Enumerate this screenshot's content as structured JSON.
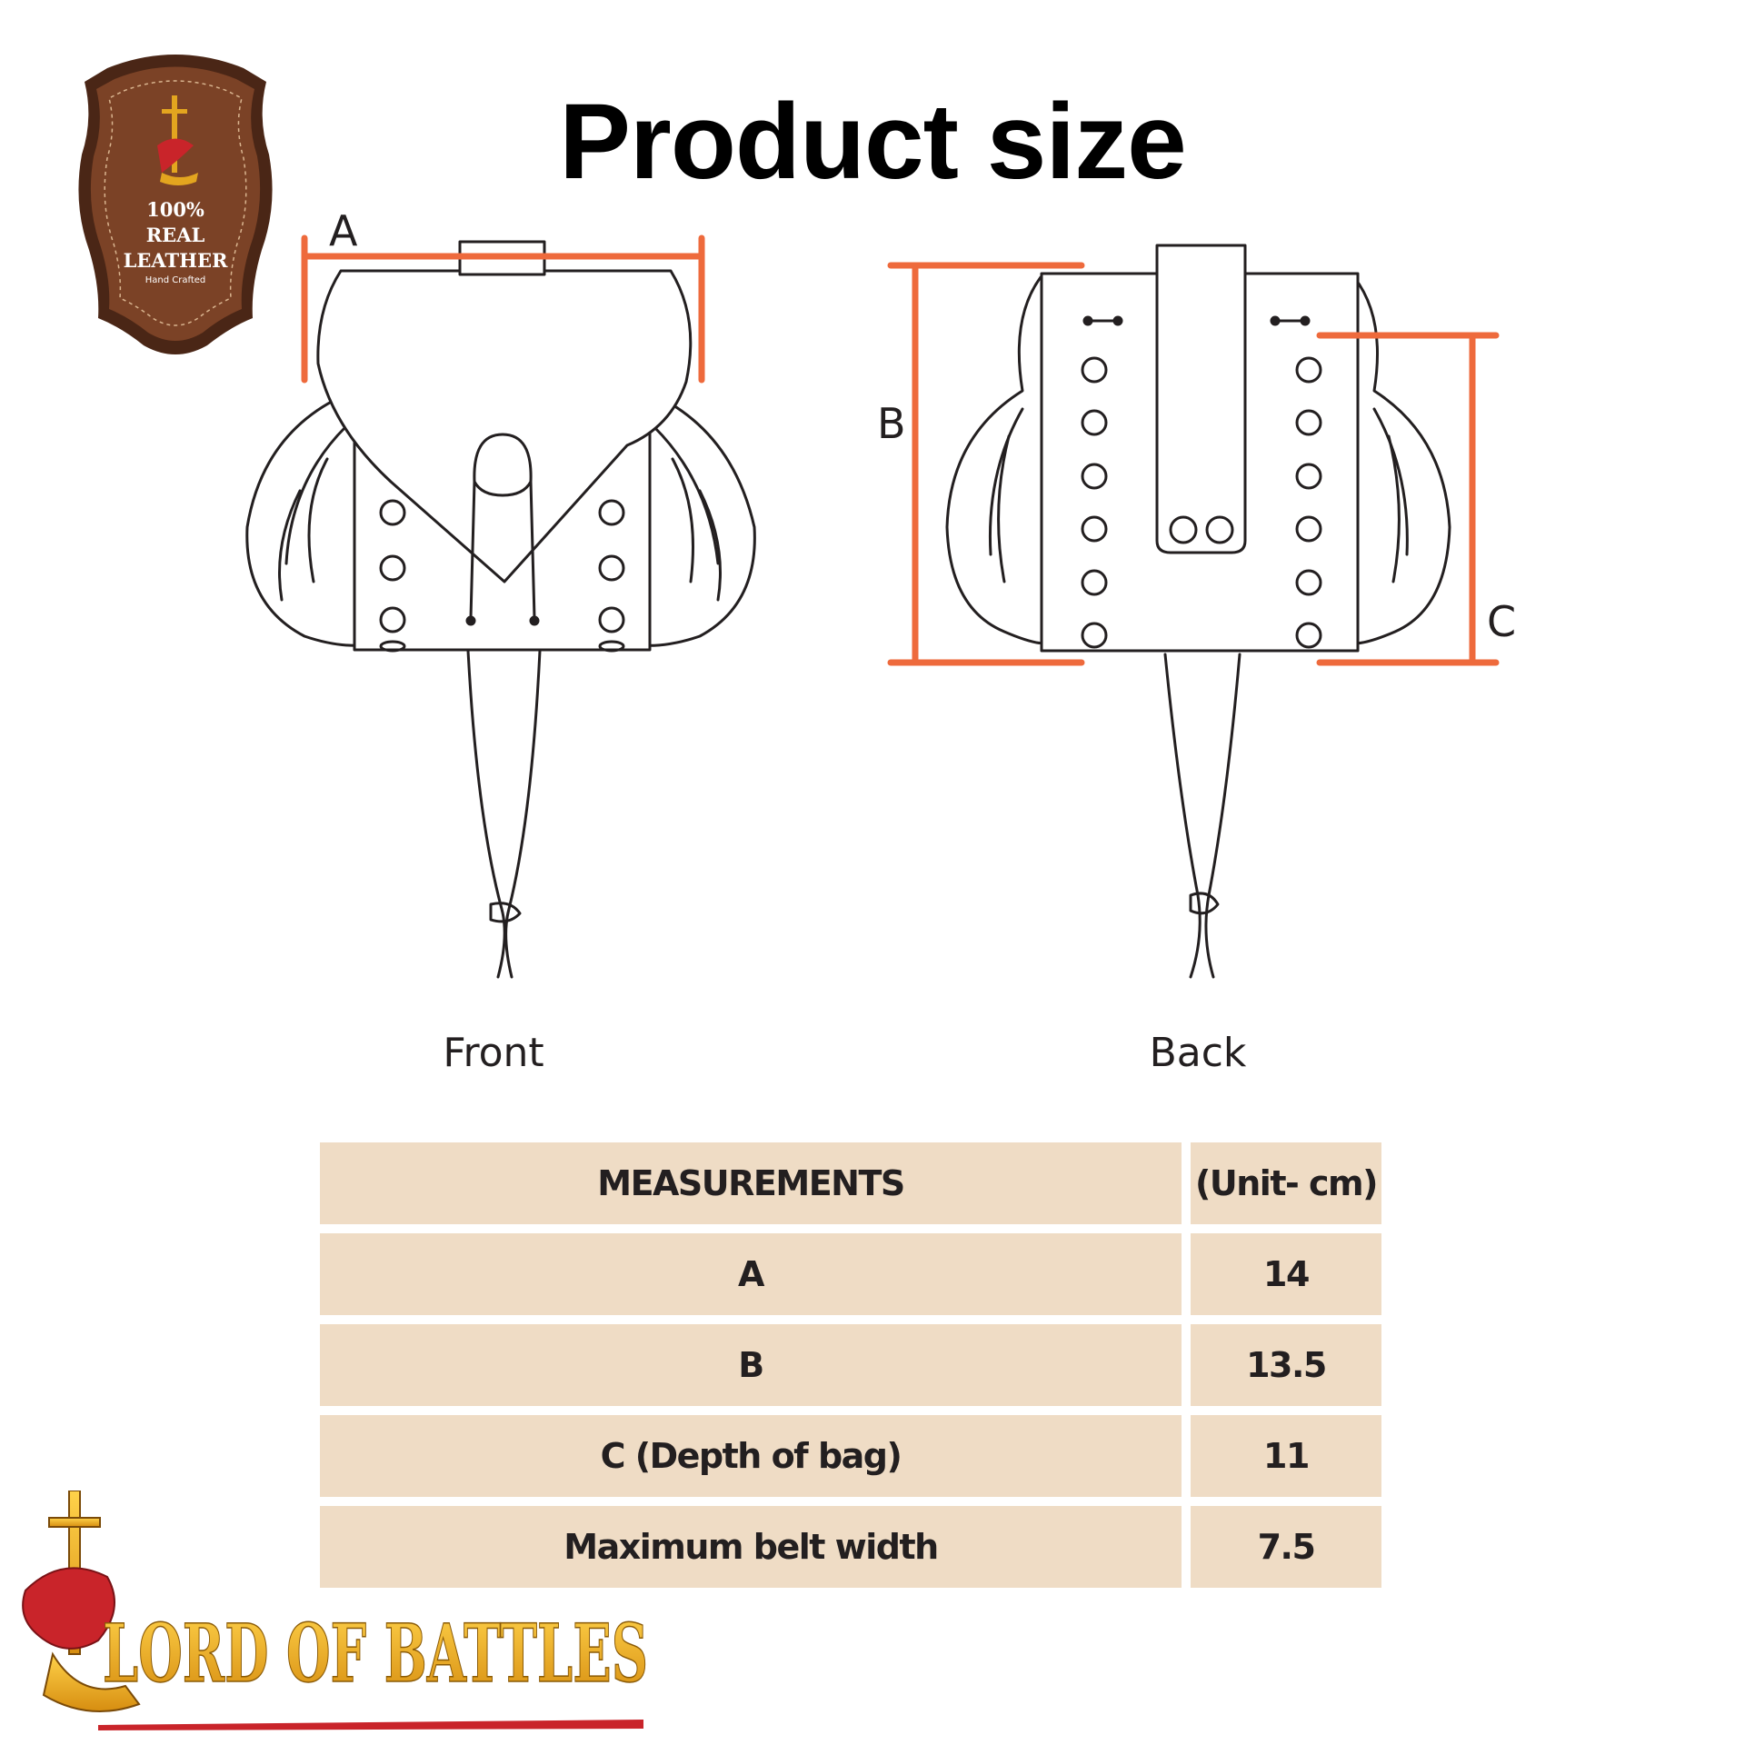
{
  "title": "Product size",
  "badge": {
    "line1": "100%",
    "line2": "REAL",
    "line3": "LEATHER",
    "line4": "Hand Crafted",
    "colors": {
      "leather": "#7b4226",
      "border": "#4a2616",
      "text": "#ffffff"
    }
  },
  "diagram": {
    "front_label": "Front",
    "back_label": "Back",
    "dim_a": "A",
    "dim_b": "B",
    "dim_c": "C",
    "accent_color": "#ee6a3c"
  },
  "table": {
    "header": {
      "label": "MEASUREMENTS",
      "unit": "(Unit- cm)"
    },
    "rows": [
      {
        "label": "A",
        "value": "14"
      },
      {
        "label": "B",
        "value": "13.5"
      },
      {
        "label": "C (Depth of bag)",
        "value": "11"
      },
      {
        "label": "Maximum belt width",
        "value": "7.5"
      }
    ],
    "cell_color": "#efdcc5"
  },
  "brand": {
    "name": "LORD OF BATTLES",
    "colors": {
      "gold": "#f2b51e",
      "red": "#c9242a"
    }
  }
}
